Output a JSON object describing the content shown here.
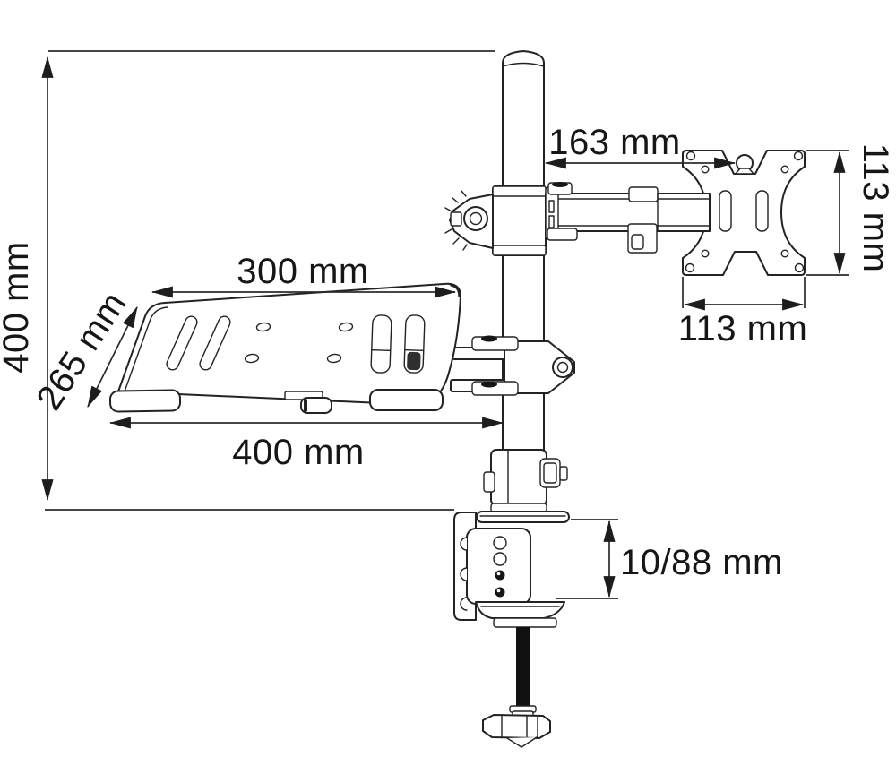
{
  "drawing": {
    "labels": {
      "pole_height": "400 mm",
      "tray_top_width": "300 mm",
      "tray_depth": "265 mm",
      "tray_bottom_width": "400 mm",
      "arm_reach": "163 mm",
      "vesa_plate_height": "113 mm",
      "vesa_plate_width": "113 mm",
      "clamp_thickness_range": "10/88 mm"
    },
    "colors": {
      "background": "#ffffff",
      "line": "#232323",
      "label_text": "#161616"
    }
  }
}
